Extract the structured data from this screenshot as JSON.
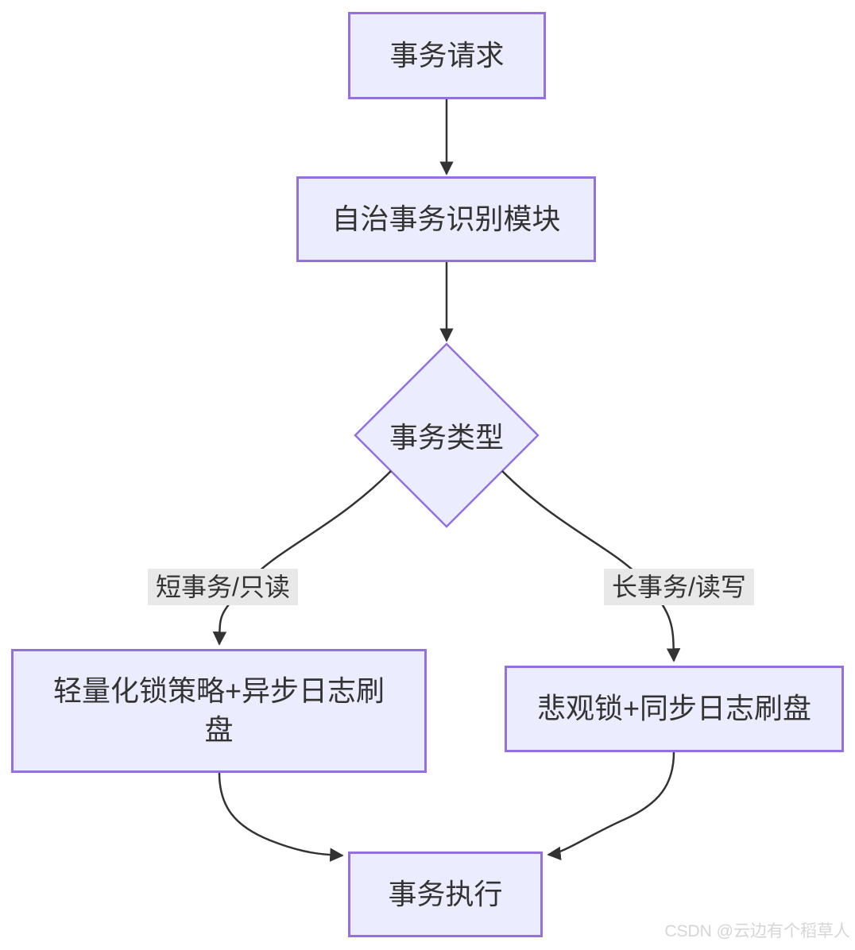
{
  "diagram": {
    "type": "flowchart",
    "direction": "top-down",
    "nodes": {
      "request": {
        "label": "事务请求",
        "shape": "rect"
      },
      "module": {
        "label": "自治事务识别模块",
        "shape": "rect"
      },
      "decision": {
        "label": "事务类型",
        "shape": "diamond"
      },
      "lightweight": {
        "label": "轻量化锁策略+异步日志刷盘",
        "shape": "rect"
      },
      "pessimistic": {
        "label": "悲观锁+同步日志刷盘",
        "shape": "rect"
      },
      "execute": {
        "label": "事务执行",
        "shape": "rect"
      }
    },
    "edges": [
      {
        "from": "request",
        "to": "module",
        "label": ""
      },
      {
        "from": "module",
        "to": "decision",
        "label": ""
      },
      {
        "from": "decision",
        "to": "lightweight",
        "label": "短事务/只读"
      },
      {
        "from": "decision",
        "to": "pessimistic",
        "label": "长事务/读写"
      },
      {
        "from": "lightweight",
        "to": "execute",
        "label": ""
      },
      {
        "from": "pessimistic",
        "to": "execute",
        "label": ""
      }
    ],
    "colors": {
      "node_fill": "#ECECFF",
      "node_border": "#9370DB",
      "edge_line": "#333333",
      "edge_label_bg": "#e8e8e8",
      "text": "#333333",
      "watermark": "#d6d6d6"
    }
  },
  "watermark": {
    "text": "CSDN @云边有个稻草人"
  }
}
